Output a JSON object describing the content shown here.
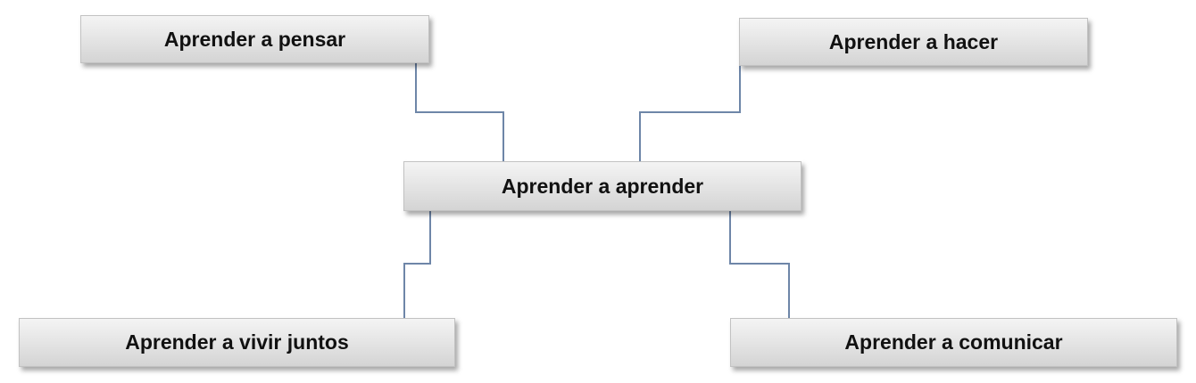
{
  "diagram": {
    "center": {
      "label": "Aprender a aprender"
    },
    "nodes": {
      "pensar": "Aprender a pensar",
      "hacer": "Aprender a hacer",
      "vivir": "Aprender a vivir juntos",
      "comunicar": "Aprender a comunicar"
    },
    "colors": {
      "connector": "#6e86a8",
      "box_fill_top": "#f4f4f4",
      "box_fill_bottom": "#d4d4d4",
      "text": "#111111"
    }
  }
}
